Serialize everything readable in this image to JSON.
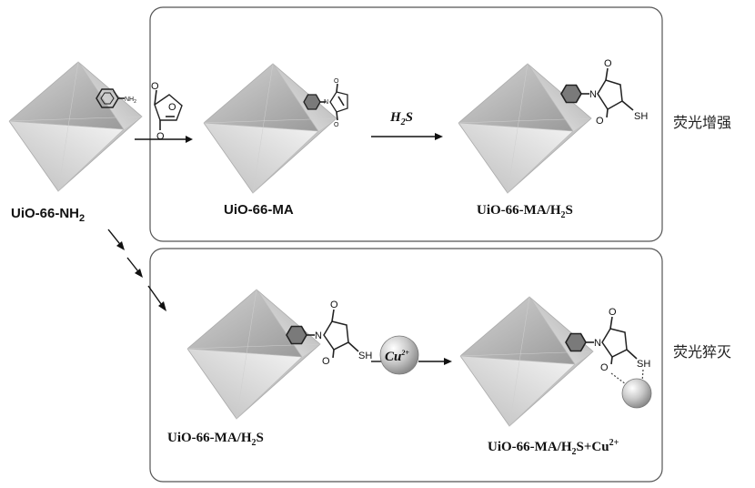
{
  "labels": {
    "uio_nh2": "UiO-66-NH",
    "uio_nh2_sub": "2",
    "uio_ma": "UiO-66-MA",
    "uio_ma_h2s_top_pre": "UiO-66-MA/H",
    "uio_ma_h2s_top_sub": "2",
    "uio_ma_h2s_top_post": "S",
    "uio_ma_h2s_bot_pre": "UiO-66-MA/H",
    "uio_ma_h2s_bot_sub": "2",
    "uio_ma_h2s_bot_post": "S",
    "uio_cu_pre": "UiO-66-MA/H",
    "uio_cu_sub": "2",
    "uio_cu_mid": "S+Cu",
    "uio_cu_sup": "2+"
  },
  "reagents": {
    "h2s_h": "H",
    "h2s_sub": "2",
    "h2s_s": "S",
    "cu": "Cu",
    "cu_sup": "2+"
  },
  "side_labels": {
    "enhance": "荧光增强",
    "quench": "荧光猝灭"
  },
  "atoms": {
    "nh2": "NH",
    "nh2_sub": "2",
    "o": "O",
    "n": "N",
    "sh": "SH"
  }
}
